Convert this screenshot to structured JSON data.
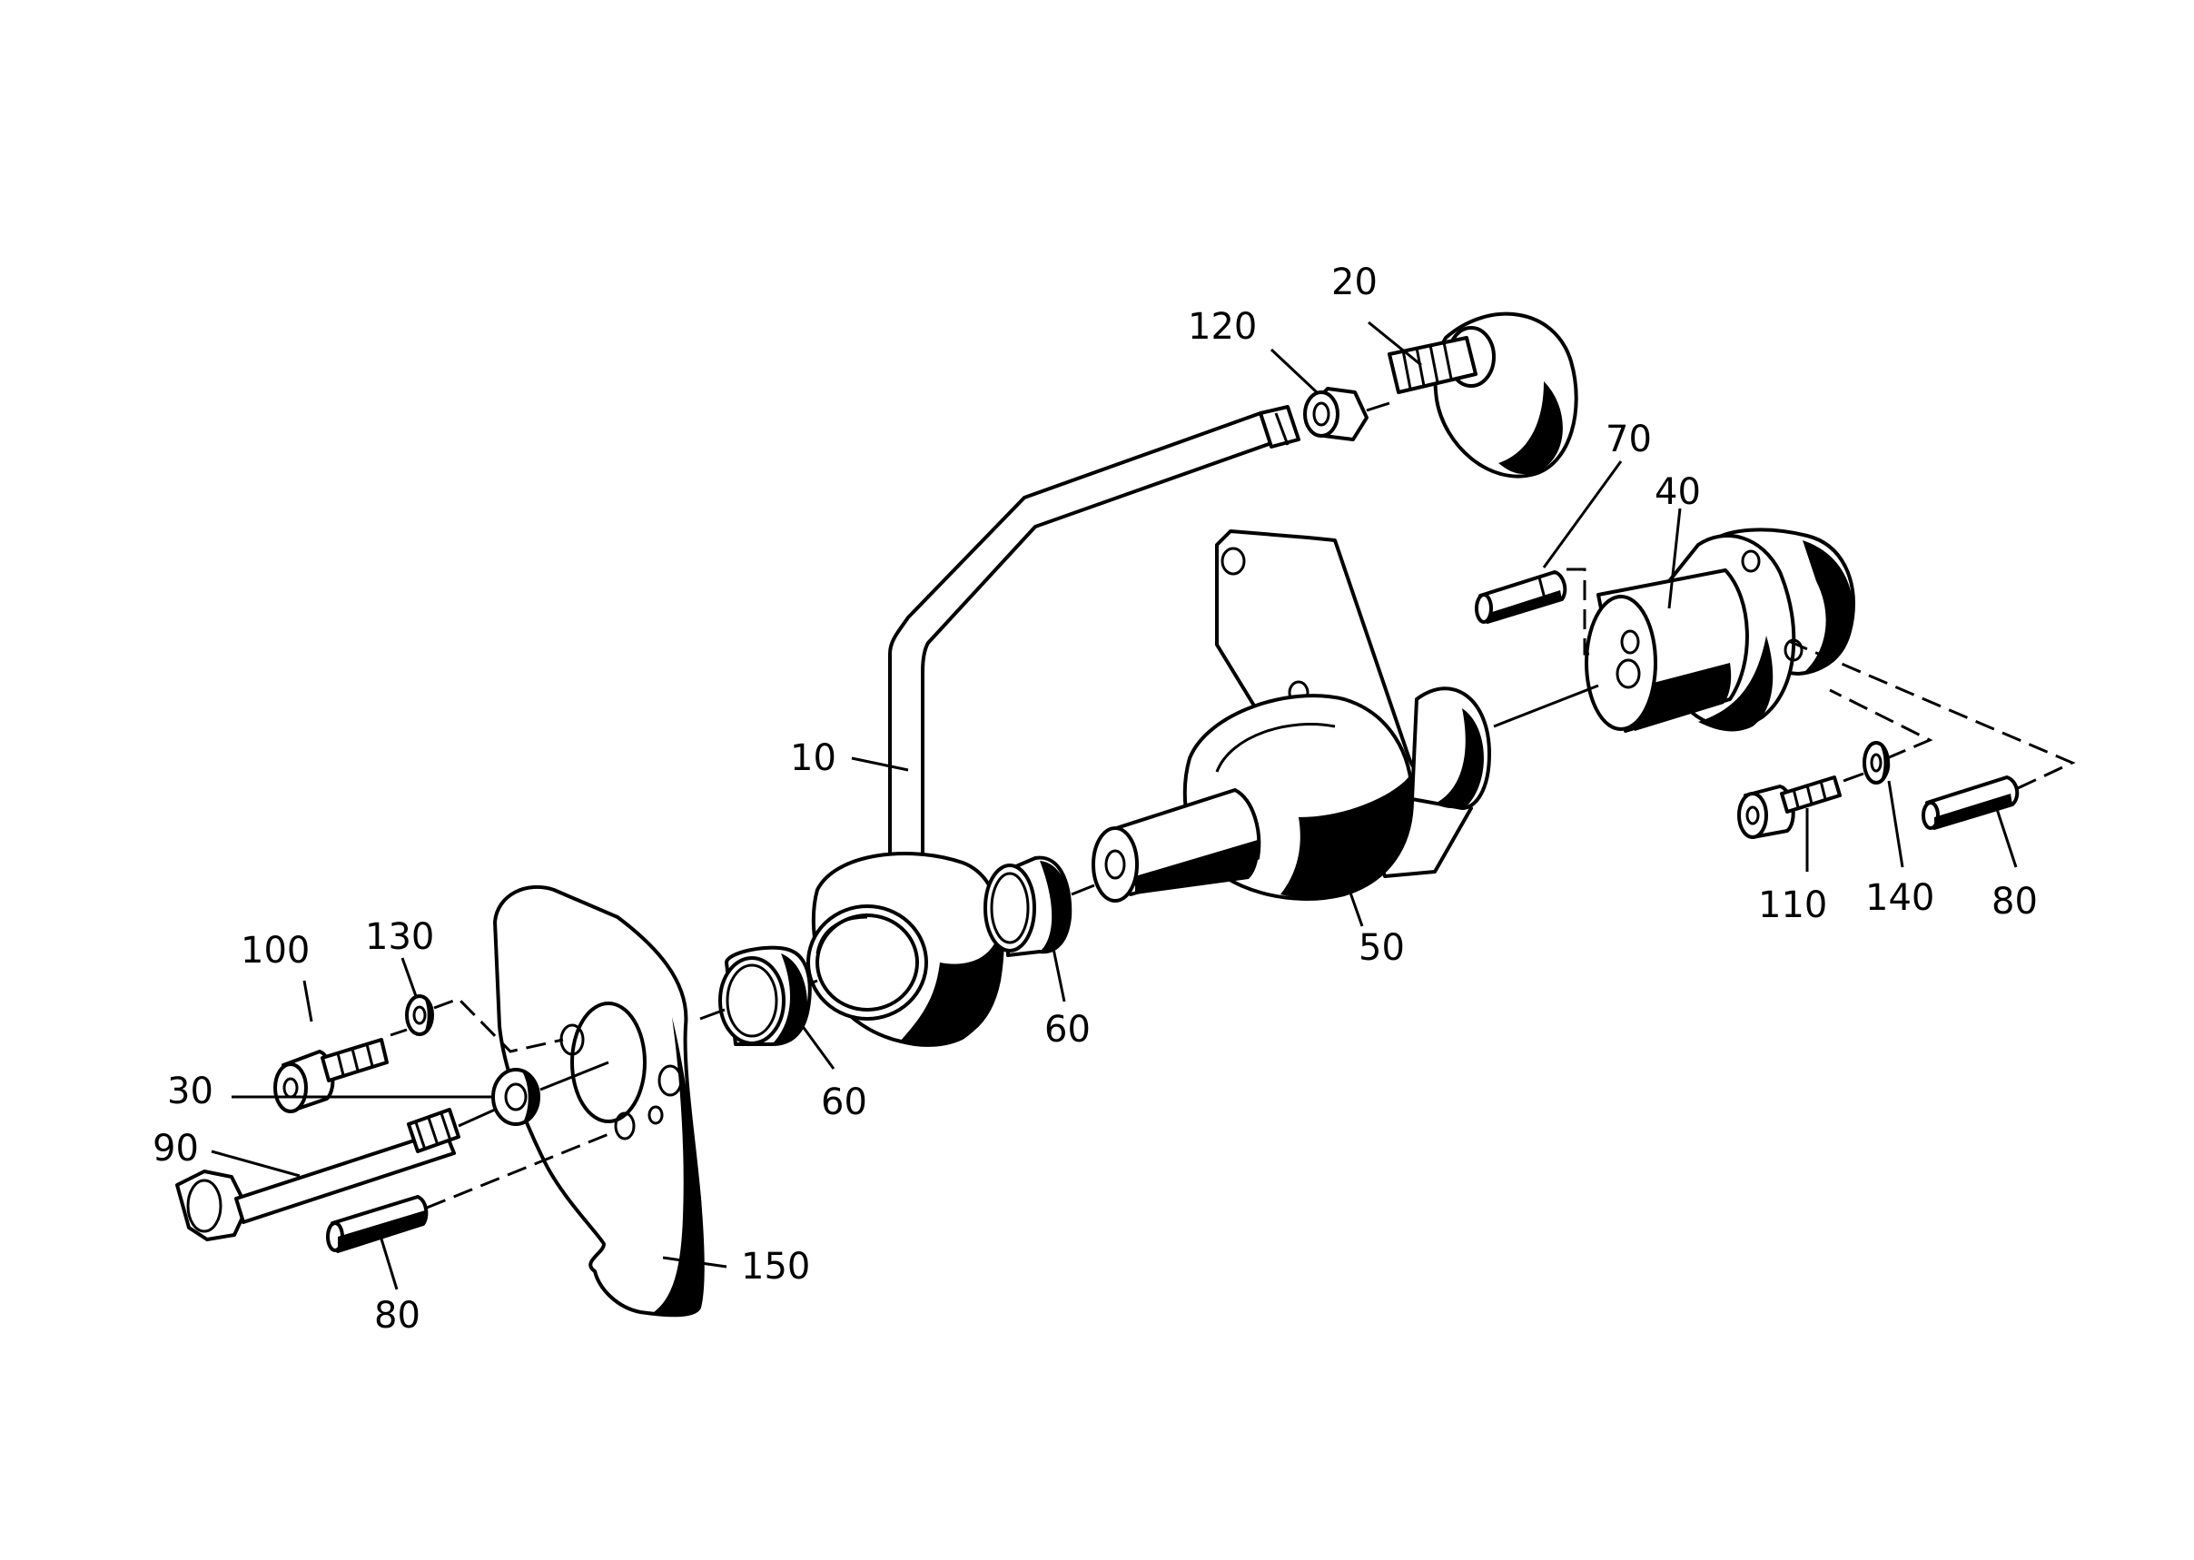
{
  "labels": {
    "p10": "10",
    "p20": "20",
    "p30": "30",
    "p40": "40",
    "p50": "50",
    "p60_a": "60",
    "p60_b": "60",
    "p70": "70",
    "p80_a": "80",
    "p80_b": "80",
    "p90": "90",
    "p100": "100",
    "p110": "110",
    "p120": "120",
    "p130": "130",
    "p140": "140",
    "p150": "150"
  }
}
